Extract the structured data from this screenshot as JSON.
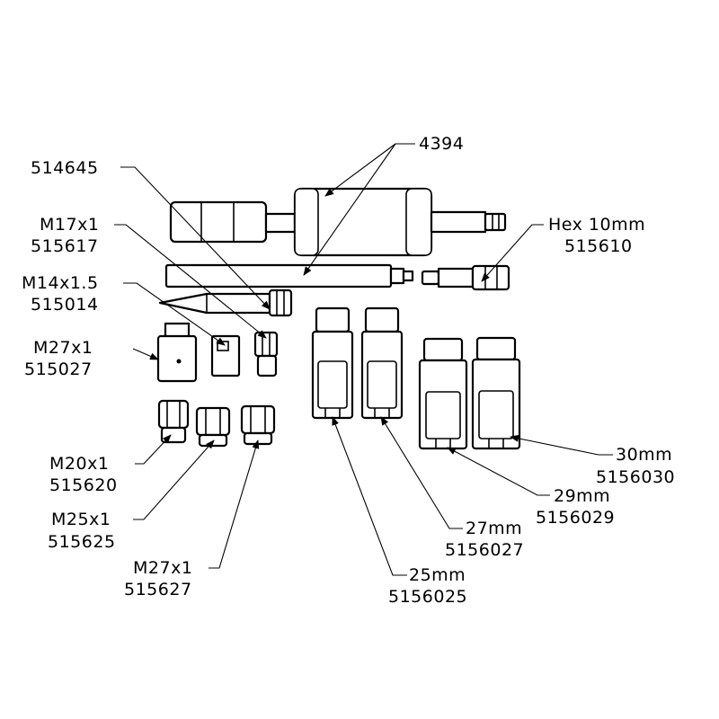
{
  "colors": {
    "ink": "#000000",
    "paper": "#ffffff"
  },
  "labels": {
    "slide_hammer": {
      "part_no": "4394"
    },
    "rod": {
      "part_no": "514645"
    },
    "m17": {
      "thread": "M17x1",
      "part_no": "515617"
    },
    "m14": {
      "thread": "M14x1.5",
      "part_no": "515014"
    },
    "m27_block": {
      "thread": "M27x1",
      "part_no": "515027"
    },
    "hex": {
      "size": "Hex 10mm",
      "part_no": "515610"
    },
    "m20": {
      "thread": "M20x1",
      "part_no": "515620"
    },
    "m25": {
      "thread": "M25x1",
      "part_no": "515625"
    },
    "m27_nut": {
      "thread": "M27x1",
      "part_no": "515627"
    },
    "s25": {
      "size": "25mm",
      "part_no": "5156025"
    },
    "s27": {
      "size": "27mm",
      "part_no": "5156027"
    },
    "s29": {
      "size": "29mm",
      "part_no": "5156029"
    },
    "s30": {
      "size": "30mm",
      "part_no": "5156030"
    }
  }
}
